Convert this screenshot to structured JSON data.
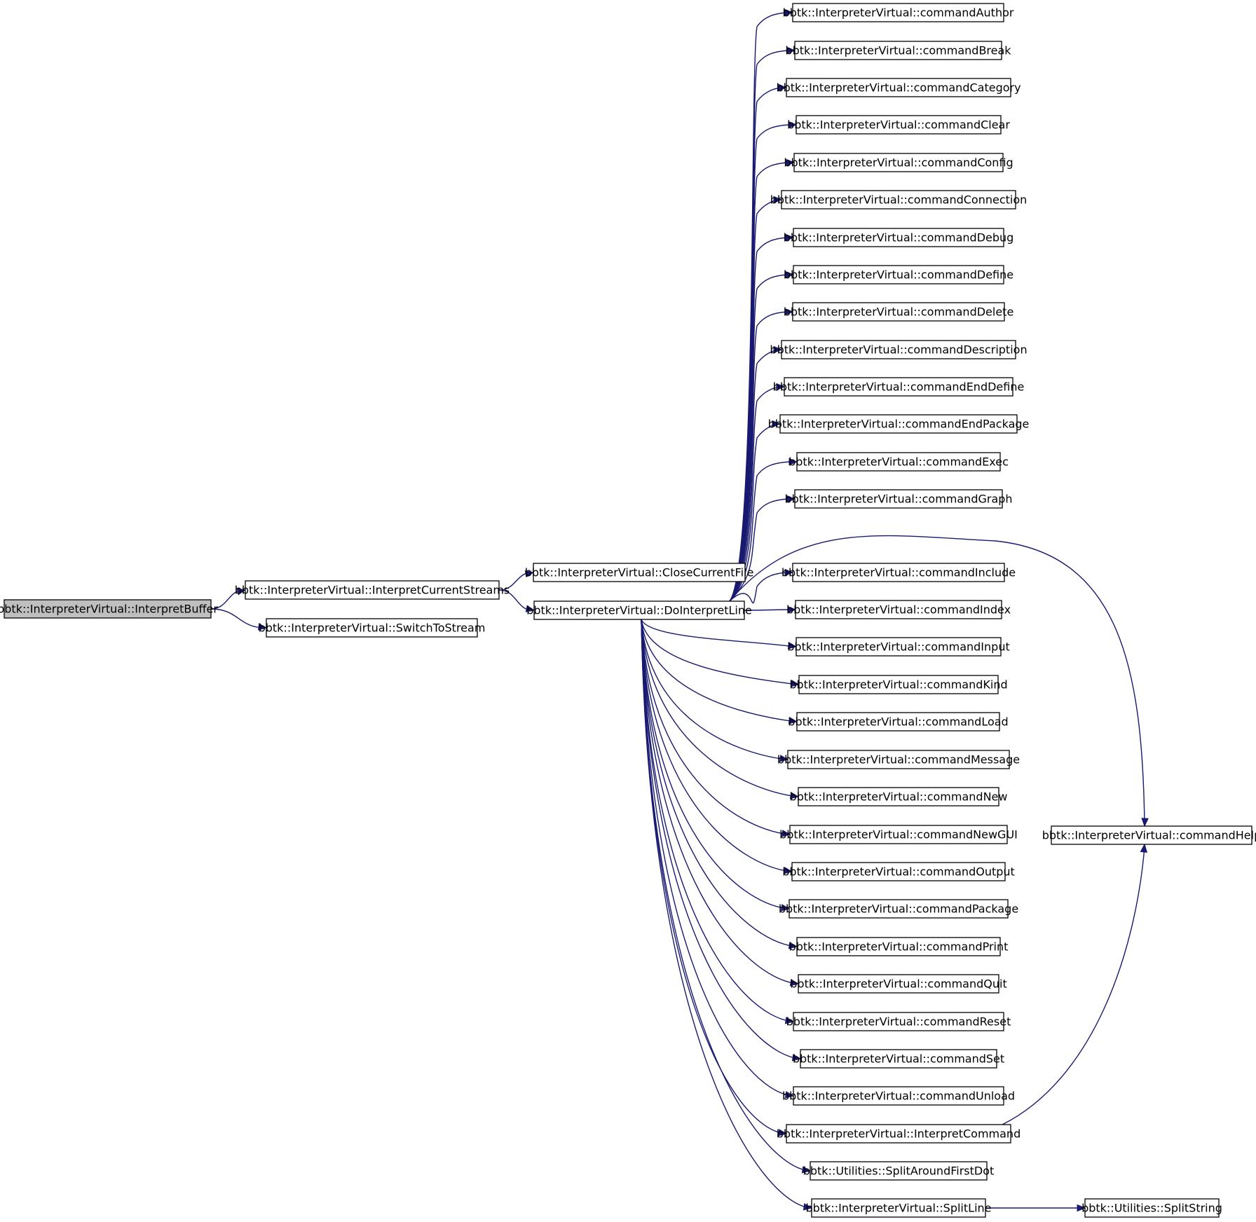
{
  "diagram": {
    "nodes": [
      {
        "id": "n_interpretbuffer",
        "label": "bbtk::InterpreterVirtual::InterpretBuffer"
      },
      {
        "id": "n_interpretcurrentstreams",
        "label": "bbtk::InterpreterVirtual::InterpretCurrentStreams"
      },
      {
        "id": "n_switchtostream",
        "label": "bbtk::InterpreterVirtual::SwitchToStream"
      },
      {
        "id": "n_closecurrentfile",
        "label": "bbtk::InterpreterVirtual::CloseCurrentFile"
      },
      {
        "id": "n_dointerpretline",
        "label": "bbtk::InterpreterVirtual::DoInterpretLine"
      },
      {
        "id": "n_commandauthor",
        "label": "bbtk::InterpreterVirtual::commandAuthor"
      },
      {
        "id": "n_commandbreak",
        "label": "bbtk::InterpreterVirtual::commandBreak"
      },
      {
        "id": "n_commandcategory",
        "label": "bbtk::InterpreterVirtual::commandCategory"
      },
      {
        "id": "n_commandclear",
        "label": "bbtk::InterpreterVirtual::commandClear"
      },
      {
        "id": "n_commandconfig",
        "label": "bbtk::InterpreterVirtual::commandConfig"
      },
      {
        "id": "n_commandconnection",
        "label": "bbtk::InterpreterVirtual::commandConnection"
      },
      {
        "id": "n_commanddebug",
        "label": "bbtk::InterpreterVirtual::commandDebug"
      },
      {
        "id": "n_commanddefine",
        "label": "bbtk::InterpreterVirtual::commandDefine"
      },
      {
        "id": "n_commanddelete",
        "label": "bbtk::InterpreterVirtual::commandDelete"
      },
      {
        "id": "n_commanddescription",
        "label": "bbtk::InterpreterVirtual::commandDescription"
      },
      {
        "id": "n_commandenddefine",
        "label": "bbtk::InterpreterVirtual::commandEndDefine"
      },
      {
        "id": "n_commandendpackage",
        "label": "bbtk::InterpreterVirtual::commandEndPackage"
      },
      {
        "id": "n_commandexec",
        "label": "bbtk::InterpreterVirtual::commandExec"
      },
      {
        "id": "n_commandgraph",
        "label": "bbtk::InterpreterVirtual::commandGraph"
      },
      {
        "id": "n_commandinclude",
        "label": "bbtk::InterpreterVirtual::commandInclude"
      },
      {
        "id": "n_commandindex",
        "label": "bbtk::InterpreterVirtual::commandIndex"
      },
      {
        "id": "n_commandinput",
        "label": "bbtk::InterpreterVirtual::commandInput"
      },
      {
        "id": "n_commandkind",
        "label": "bbtk::InterpreterVirtual::commandKind"
      },
      {
        "id": "n_commandload",
        "label": "bbtk::InterpreterVirtual::commandLoad"
      },
      {
        "id": "n_commandmessage",
        "label": "bbtk::InterpreterVirtual::commandMessage"
      },
      {
        "id": "n_commandnew",
        "label": "bbtk::InterpreterVirtual::commandNew"
      },
      {
        "id": "n_commandnewgui",
        "label": "bbtk::InterpreterVirtual::commandNewGUI"
      },
      {
        "id": "n_commandoutput",
        "label": "bbtk::InterpreterVirtual::commandOutput"
      },
      {
        "id": "n_commandpackage",
        "label": "bbtk::InterpreterVirtual::commandPackage"
      },
      {
        "id": "n_commandprint",
        "label": "bbtk::InterpreterVirtual::commandPrint"
      },
      {
        "id": "n_commandquit",
        "label": "bbtk::InterpreterVirtual::commandQuit"
      },
      {
        "id": "n_commandreset",
        "label": "bbtk::InterpreterVirtual::commandReset"
      },
      {
        "id": "n_commandset",
        "label": "bbtk::InterpreterVirtual::commandSet"
      },
      {
        "id": "n_commandunload",
        "label": "bbtk::InterpreterVirtual::commandUnload"
      },
      {
        "id": "n_interpretcommand",
        "label": "bbtk::InterpreterVirtual::InterpretCommand"
      },
      {
        "id": "n_splitaroundfirstdot",
        "label": "bbtk::Utilities::SplitAroundFirstDot"
      },
      {
        "id": "n_splitline",
        "label": "bbtk::InterpreterVirtual::SplitLine"
      },
      {
        "id": "n_commandhelp",
        "label": "bbtk::InterpreterVirtual::commandHelp"
      },
      {
        "id": "n_splitstring",
        "label": "bbtk::Utilities::SplitString"
      }
    ],
    "edges": [
      [
        "n_interpretbuffer",
        "n_interpretcurrentstreams"
      ],
      [
        "n_interpretbuffer",
        "n_switchtostream"
      ],
      [
        "n_interpretcurrentstreams",
        "n_closecurrentfile"
      ],
      [
        "n_interpretcurrentstreams",
        "n_dointerpretline"
      ],
      [
        "n_dointerpretline",
        "n_commandauthor"
      ],
      [
        "n_dointerpretline",
        "n_commandbreak"
      ],
      [
        "n_dointerpretline",
        "n_commandcategory"
      ],
      [
        "n_dointerpretline",
        "n_commandclear"
      ],
      [
        "n_dointerpretline",
        "n_commandconfig"
      ],
      [
        "n_dointerpretline",
        "n_commandconnection"
      ],
      [
        "n_dointerpretline",
        "n_commanddebug"
      ],
      [
        "n_dointerpretline",
        "n_commanddefine"
      ],
      [
        "n_dointerpretline",
        "n_commanddelete"
      ],
      [
        "n_dointerpretline",
        "n_commanddescription"
      ],
      [
        "n_dointerpretline",
        "n_commandenddefine"
      ],
      [
        "n_dointerpretline",
        "n_commandendpackage"
      ],
      [
        "n_dointerpretline",
        "n_commandexec"
      ],
      [
        "n_dointerpretline",
        "n_commandgraph"
      ],
      [
        "n_dointerpretline",
        "n_commandhelp"
      ],
      [
        "n_dointerpretline",
        "n_commandinclude"
      ],
      [
        "n_dointerpretline",
        "n_commandindex"
      ],
      [
        "n_dointerpretline",
        "n_commandinput"
      ],
      [
        "n_dointerpretline",
        "n_commandkind"
      ],
      [
        "n_dointerpretline",
        "n_commandload"
      ],
      [
        "n_dointerpretline",
        "n_commandmessage"
      ],
      [
        "n_dointerpretline",
        "n_commandnew"
      ],
      [
        "n_dointerpretline",
        "n_commandnewgui"
      ],
      [
        "n_dointerpretline",
        "n_commandoutput"
      ],
      [
        "n_dointerpretline",
        "n_commandpackage"
      ],
      [
        "n_dointerpretline",
        "n_commandprint"
      ],
      [
        "n_dointerpretline",
        "n_commandquit"
      ],
      [
        "n_dointerpretline",
        "n_commandreset"
      ],
      [
        "n_dointerpretline",
        "n_commandset"
      ],
      [
        "n_dointerpretline",
        "n_commandunload"
      ],
      [
        "n_dointerpretline",
        "n_interpretcommand"
      ],
      [
        "n_dointerpretline",
        "n_splitaroundfirstdot"
      ],
      [
        "n_dointerpretline",
        "n_splitline"
      ],
      [
        "n_interpretcommand",
        "n_commandhelp"
      ],
      [
        "n_splitline",
        "n_splitstring"
      ]
    ],
    "colors": {
      "edge": "#191970",
      "node_border": "#000000",
      "node_fill": "#ffffff",
      "root_fill": "#bfbfbf",
      "background": "#ffffff"
    }
  }
}
